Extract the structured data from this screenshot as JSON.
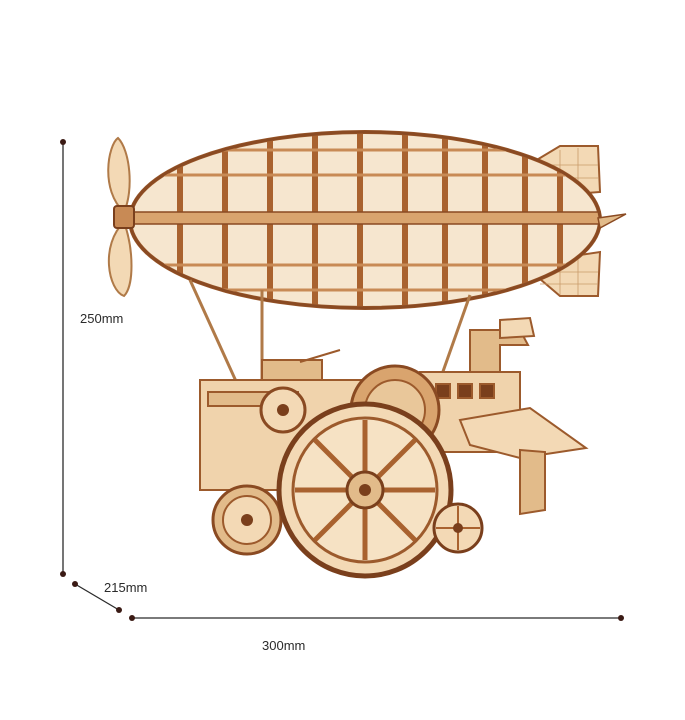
{
  "dimensions": {
    "height": "250mm",
    "depth": "215mm",
    "width": "300mm"
  },
  "colors": {
    "line": "#2b2b2b",
    "dot": "#3a1a14",
    "wood_light": "#f3d9b5",
    "wood_mid": "#e2bb8a",
    "wood_edge": "#9c5a2c",
    "wood_dark": "#7a3f1c"
  }
}
